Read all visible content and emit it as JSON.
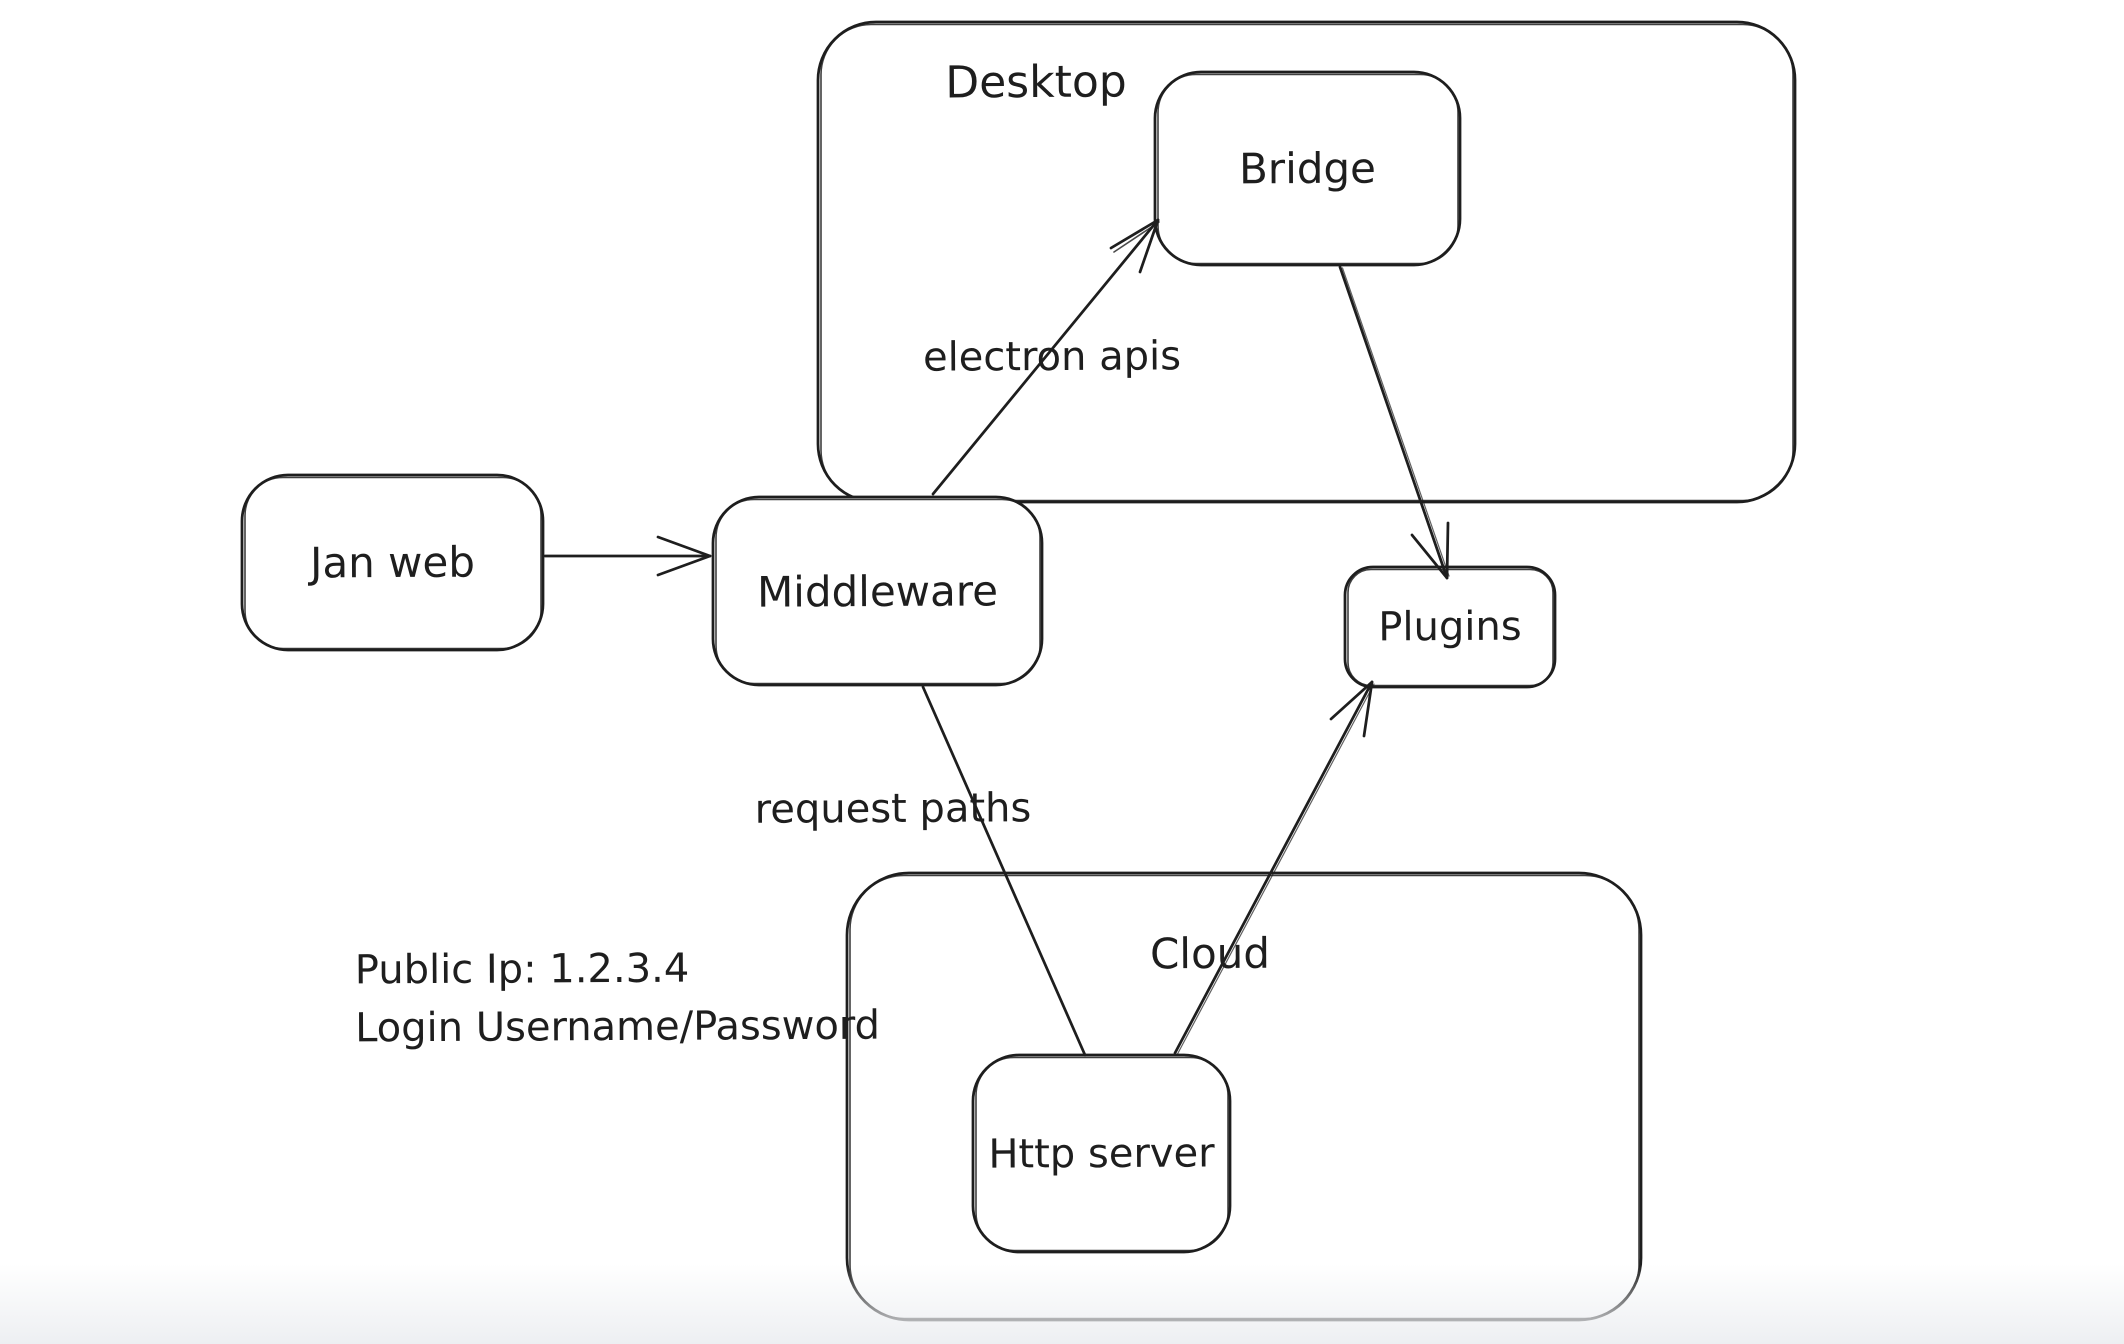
{
  "canvas": {
    "background_color": "#ffffff",
    "stroke_color": "#1e1e1e"
  },
  "nodes": {
    "desktop": {
      "label": "Desktop",
      "kind": "container"
    },
    "cloud": {
      "label": "Cloud",
      "kind": "container"
    },
    "bridge": {
      "label": "Bridge",
      "kind": "box",
      "inside": "Desktop"
    },
    "jan_web": {
      "label": "Jan web",
      "kind": "box"
    },
    "middleware": {
      "label": "Middleware",
      "kind": "box"
    },
    "plugins": {
      "label": "Plugins",
      "kind": "box"
    },
    "http_server": {
      "label": "Http server",
      "kind": "box",
      "inside": "Cloud"
    }
  },
  "edges": {
    "jan_web_to_middleware": {
      "from": "Jan web",
      "to": "Middleware",
      "label": "",
      "arrowhead": true
    },
    "middleware_to_bridge": {
      "from": "Middleware",
      "to": "Bridge",
      "label": "electron apis",
      "arrowhead": true
    },
    "bridge_to_plugins": {
      "from": "Bridge",
      "to": "Plugins",
      "label": "",
      "arrowhead": true
    },
    "middleware_to_http_server": {
      "from": "Middleware",
      "to": "Http server",
      "label": "request paths",
      "arrowhead": false
    },
    "http_server_to_plugins": {
      "from": "Http server",
      "to": "Plugins",
      "label": "",
      "arrowhead": true
    }
  },
  "annotations": {
    "public_ip": "Public Ip: 1.2.3.4",
    "login": "Login Username/Password"
  }
}
